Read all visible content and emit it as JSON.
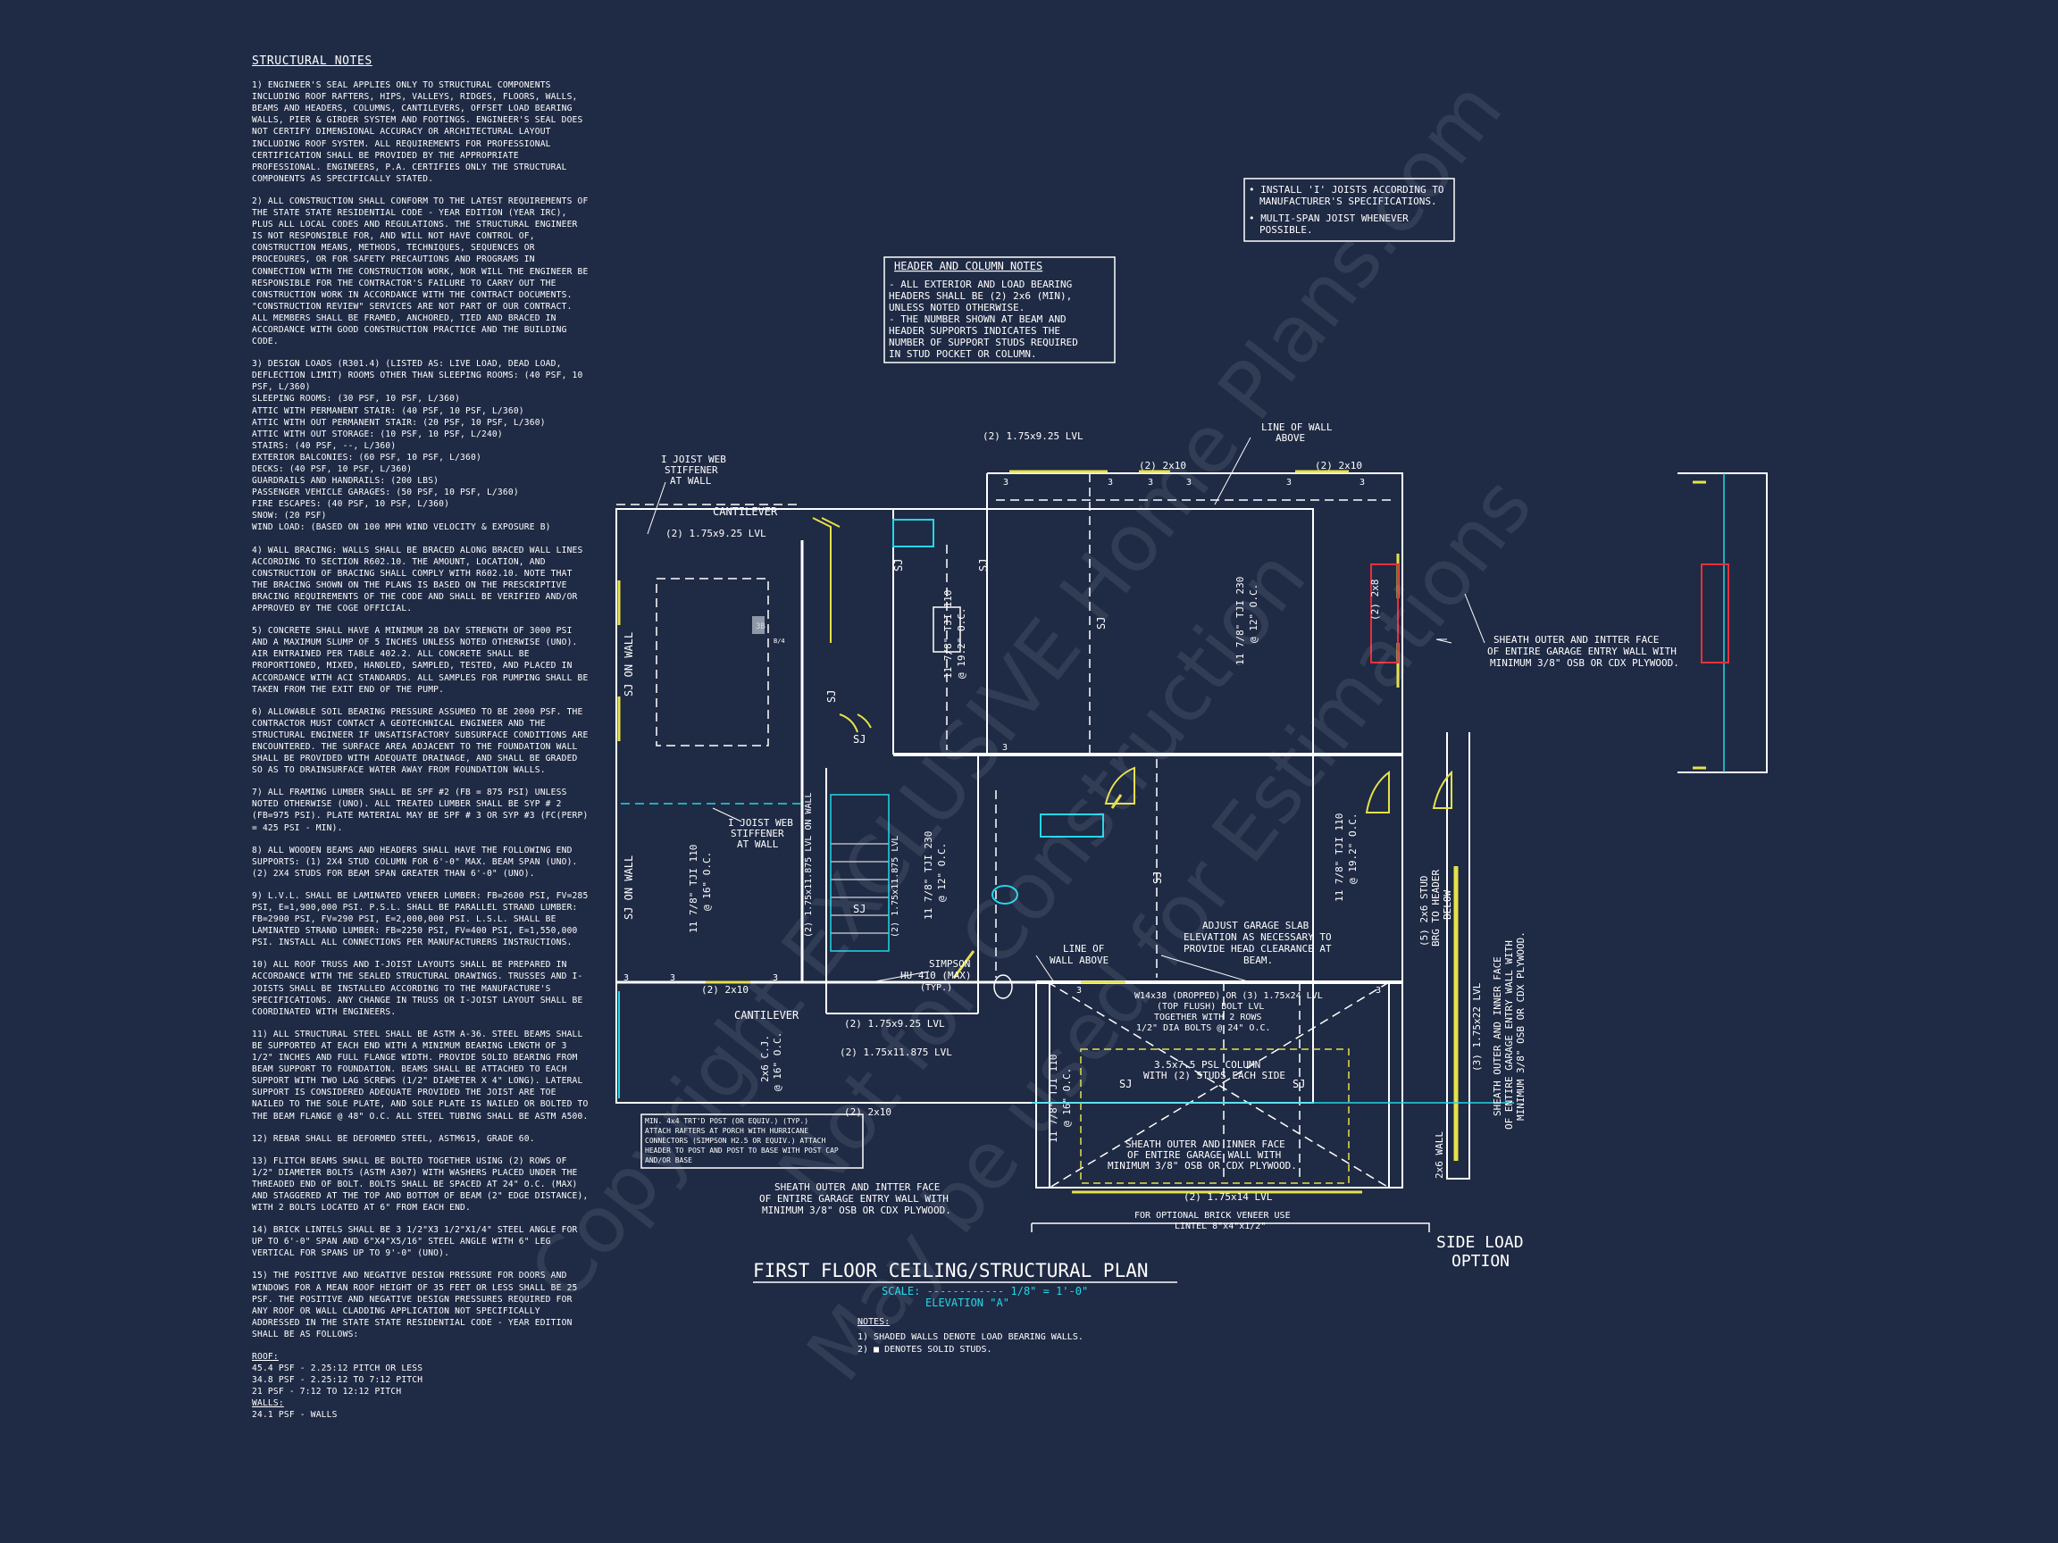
{
  "structural_notes": {
    "title": "STRUCTURAL NOTES",
    "paragraphs": [
      "1) ENGINEER'S SEAL APPLIES ONLY TO STRUCTURAL COMPONENTS INCLUDING ROOF RAFTERS, HIPS, VALLEYS, RIDGES, FLOORS, WALLS, BEAMS AND HEADERS, COLUMNS, CANTILEVERS, OFFSET LOAD BEARING WALLS, PIER & GIRDER SYSTEM AND FOOTINGS. ENGINEER'S SEAL DOES NOT CERTIFY DIMENSIONAL ACCURACY OR ARCHITECTURAL LAYOUT INCLUDING ROOF SYSTEM. ALL REQUIREMENTS FOR PROFESSIONAL CERTIFICATION SHALL BE PROVIDED BY THE APPROPRIATE PROFESSIONAL. ENGINEERS, P.A. CERTIFIES ONLY THE STRUCTURAL COMPONENTS AS SPECIFICALLY STATED.",
      "2) ALL CONSTRUCTION SHALL CONFORM TO THE LATEST REQUIREMENTS OF THE STATE STATE RESIDENTIAL CODE - YEAR EDITION (YEAR IRC), PLUS ALL LOCAL CODES AND REGULATIONS. THE STRUCTURAL ENGINEER IS NOT RESPONSIBLE FOR, AND WILL NOT HAVE CONTROL OF, CONSTRUCTION MEANS, METHODS, TECHNIQUES, SEQUENCES OR PROCEDURES, OR FOR SAFETY PRECAUTIONS AND PROGRAMS IN CONNECTION WITH THE CONSTRUCTION WORK, NOR WILL THE ENGINEER BE RESPONSIBLE FOR THE CONTRACTOR'S FAILURE TO CARRY OUT THE CONSTRUCTION WORK IN ACCORDANCE WITH THE CONTRACT DOCUMENTS. \"CONSTRUCTION REVIEW\" SERVICES ARE NOT PART OF OUR CONTRACT. ALL MEMBERS SHALL BE FRAMED, ANCHORED, TIED AND BRACED IN ACCORDANCE WITH GOOD CONSTRUCTION PRACTICE AND THE BUILDING CODE."
    ],
    "design_loads_lines": [
      "3) DESIGN LOADS (R301.4) (LISTED AS: LIVE LOAD, DEAD LOAD,",
      "DEFLECTION LIMIT) ROOMS OTHER THAN SLEEPING ROOMS: (40 PSF, 10",
      "PSF, L/360)",
      "SLEEPING ROOMS: (30 PSF, 10 PSF, L/360)",
      "ATTIC WITH PERMANENT STAIR: (40 PSF, 10 PSF, L/360)",
      "ATTIC WITH OUT PERMANENT STAIR: (20 PSF, 10 PSF, L/360)",
      "ATTIC WITH OUT STORAGE: (10 PSF, 10 PSF, L/240)",
      "STAIRS: (40 PSF, --, L/360)",
      "EXTERIOR BALCONIES: (60 PSF, 10 PSF, L/360)",
      "DECKS: (40 PSF, 10 PSF, L/360)",
      "GUARDRAILS AND HANDRAILS: (200 LBS)",
      "PASSENGER VEHICLE GARAGES: (50 PSF, 10 PSF, L/360)",
      "FIRE ESCAPES: (40 PSF, 10 PSF, L/360)",
      "SNOW: (20 PSF)",
      "WIND LOAD: (BASED ON 100 MPH WIND VELOCITY & EXPOSURE B)"
    ],
    "paragraphs2": [
      "4) WALL BRACING: WALLS SHALL BE BRACED ALONG BRACED WALL LINES ACCORDING TO SECTION R602.10. THE AMOUNT, LOCATION, AND CONSTRUCTION OF BRACING SHALL COMPLY WITH R602.10. NOTE THAT THE BRACING SHOWN ON THE PLANS IS BASED ON THE PRESCRIPTIVE BRACING REQUIREMENTS OF THE CODE AND SHALL BE VERIFIED AND/OR APPROVED BY THE COGE OFFICIAL.",
      "5) CONCRETE SHALL HAVE A MINIMUM 28 DAY STRENGTH OF 3000 PSI AND A MAXIMUM SLUMP OF 5 INCHES UNLESS NOTED OTHERWISE (UNO). AIR ENTRAINED PER TABLE 402.2. ALL CONCRETE SHALL BE PROPORTIONED, MIXED, HANDLED, SAMPLED, TESTED, AND PLACED IN ACCORDANCE WITH ACI STANDARDS. ALL SAMPLES FOR PUMPING SHALL BE TAKEN FROM THE EXIT END OF THE PUMP.",
      "6) ALLOWABLE SOIL BEARING PRESSURE ASSUMED TO BE 2000 PSF. THE CONTRACTOR MUST CONTACT A GEOTECHNICAL ENGINEER AND THE STRUCTURAL ENGINEER IF UNSATISFACTORY SUBSURFACE CONDITIONS ARE ENCOUNTERED. THE SURFACE AREA ADJACENT TO THE FOUNDATION WALL SHALL BE PROVIDED WITH ADEQUATE DRAINAGE, AND SHALL BE GRADED SO AS TO DRAINSURFACE WATER AWAY FROM FOUNDATION WALLS.",
      "7) ALL FRAMING LUMBER SHALL BE SPF #2 (Fb = 875 PSI) UNLESS NOTED OTHERWISE (UNO). ALL TREATED LUMBER SHALL BE SYP # 2 (Fb=975 PSI). PLATE MATERIAL MAY BE SPF # 3 OR SYP #3 (Fc(perp) = 425 PSI - MIN).",
      "8) ALL WOODEN BEAMS AND HEADERS SHALL HAVE THE FOLLOWING END SUPPORTS: (1) 2x4 STUD COLUMN FOR 6'-0\" MAX. BEAM SPAN (UNO). (2) 2x4 STUDS FOR BEAM SPAN GREATER THAN 6'-0\" (UNO).",
      "9) L.V.L. SHALL BE LAMINATED VENEER LUMBER: Fb=2600 PSI, Fv=285 PSI, E=1,900,000 PSI. P.S.L. SHALL BE PARALLEL STRAND LUMBER: Fb=2900 PSI, Fv=290 PSI, E=2,000,000 PSI. L.S.L. SHALL BE LAMINATED STRAND LUMBER: Fb=2250 PSI, Fv=400 PSI, E=1,550,000 PSI. INSTALL ALL CONNECTIONS PER MANUFACTURERS INSTRUCTIONS.",
      "10) ALL ROOF TRUSS AND I-JOIST LAYOUTS SHALL BE PREPARED IN ACCORDANCE WITH THE SEALED STRUCTURAL DRAWINGS. TRUSSES AND I-JOISTS SHALL BE INSTALLED ACCORDING TO THE MANUFACTURE'S SPECIFICATIONS. ANY CHANGE IN TRUSS OR I-JOIST LAYOUT SHALL BE COORDINATED WITH ENGINEERS.",
      "11) ALL STRUCTURAL STEEL SHALL BE ASTM A-36. STEEL BEAMS SHALL BE SUPPORTED AT EACH END WITH A MINIMUM BEARING LENGTH OF 3 1/2\" INCHES AND FULL FLANGE WIDTH. PROVIDE SOLID BEARING FROM BEAM SUPPORT TO FOUNDATION. BEAMS SHALL BE ATTACHED TO EACH SUPPORT WITH TWO LAG SCREWS (1/2\" DIAMETER x 4\" LONG). LATERAL SUPPORT IS CONSIDERED ADEQUATE PROVIDED THE JOIST ARE TOE NAILED TO THE SOLE PLATE, AND SOLE PLATE IS NAILED OR BOLTED TO THE BEAM FLANGE @ 48\" O.C. ALL STEEL TUBING SHALL BE ASTM A500.",
      "12) REBAR SHALL BE DEFORMED STEEL, ASTM615, GRADE 60.",
      "13) FLITCH BEAMS SHALL BE BOLTED TOGETHER USING (2) ROWS OF 1/2\" DIAMETER BOLTS (ASTM A307) WITH WASHERS PLACED UNDER THE THREADED END OF BOLT. BOLTS SHALL BE SPACED AT 24\" O.C. (MAX) AND STAGGERED AT THE TOP AND BOTTOM OF BEAM (2\" EDGE DISTANCE), WITH 2 BOLTS LOCATED AT 6\" FROM EACH END.",
      "14) BRICK LINTELS SHALL BE 3 1/2\"x3 1/2\"x1/4\" STEEL ANGLE FOR UP TO 6'-0\" SPAN AND 6\"x4\"x5/16\" STEEL ANGLE WITH 6\" LEG VERTICAL FOR SPANS UP TO 9'-0\" (UNO).",
      "15) THE POSITIVE AND NEGATIVE DESIGN PRESSURE FOR DOORS AND WINDOWS FOR A MEAN ROOF HEIGHT OF 35 FEET OR LESS SHALL BE 25 PSF. THE POSITIVE AND NEGATIVE DESIGN PRESSURES REQUIRED FOR ANY ROOF OR WALL CLADDING APPLICATION NOT SPECIFICALLY ADDRESSED IN THE STATE STATE RESIDENTIAL CODE - YEAR EDITION SHALL BE AS FOLLOWS:"
    ],
    "roof_label": "ROOF:",
    "roof_lines": [
      "45.4 PSF - 2.25:12 PITCH OR LESS",
      "34.8 PSF - 2.25:12 TO 7:12 PITCH",
      "21 PSF - 7:12 TO 12:12 PITCH"
    ],
    "walls_label": "WALLS:",
    "walls_lines": [
      "24.1 PSF - WALLS"
    ]
  },
  "plan": {
    "title": "FIRST FLOOR CEILING/STRUCTURAL PLAN",
    "scale": "SCALE: ------------ 1/8\" = 1'-0\"",
    "elevation": "ELEVATION \"A\"",
    "notes_title": "NOTES:",
    "notes": [
      "1) SHADED WALLS DENOTE LOAD BEARING WALLS.",
      "2) ■ DENOTES SOLID STUDS."
    ],
    "header_notes": {
      "title": "HEADER AND COLUMN NOTES",
      "lines": [
        "- ALL EXTERIOR AND LOAD BEARING",
        "HEADERS SHALL BE (2) 2x6 (MIN),",
        "UNLESS NOTED OTHERWISE.",
        "- THE NUMBER SHOWN AT BEAM AND",
        "HEADER SUPPORTS INDICATES THE",
        "NUMBER OF SUPPORT STUDS REQUIRED",
        "IN STUD POCKET OR COLUMN."
      ]
    },
    "joist_notes": [
      "• INSTALL 'I' JOISTS ACCORDING TO",
      "MANUFACTURER'S SPECIFICATIONS.",
      "• MULTI-SPAN JOIST WHENEVER",
      "POSSIBLE."
    ],
    "labels": {
      "line_of_wall_above": [
        "LINE OF WALL",
        "ABOVE"
      ],
      "lvl_top": "(2) 1.75x9.25 LVL",
      "twox10": "(2) 2x10",
      "joist_web_1": [
        "I JOIST WEB",
        "STIFFENER",
        "AT WALL"
      ],
      "cantilever": "CANTILEVER",
      "lvl_left": "(2) 1.75x9.25 LVL",
      "sj_on_wall": "SJ ON WALL",
      "sj": "SJ",
      "tji_110_left": "11 7/8\" TJI 110",
      "at_16_oc": "@ 16\" O.C.",
      "at_12_oc": "@ 12\" O.C.",
      "at_19_2_oc": "@ 19.2\" O.C.",
      "tji_230": "11 7/8\" TJI 230",
      "tji_110": "11 7/8\" TJI 110",
      "twox8": "(2) 2x8",
      "sheath_1": [
        "SHEATH OUTER AND INTTER FACE",
        "OF ENTIRE GARAGE ENTRY WALL WITH",
        "MINIMUM 3/8\" OSB OR CDX PLYWOOD."
      ],
      "joist_web_2": [
        "I JOIST WEB",
        "STIFFENER",
        "AT WALL"
      ],
      "lvl_11875_on_wall": "(2) 1.75x11.875 LVL ON WALL",
      "lvl_11875": "(2) 1.75x11.875 LVL",
      "simpson": [
        "SIMPSON",
        "HU 410 (MAX)",
        "(TYP.)"
      ],
      "line_of_wall_above_2": [
        "LINE OF",
        "WALL ABOVE"
      ],
      "adjust_slab": [
        "ADJUST GARAGE SLAB",
        "ELEVATION AS NECESSARY TO",
        "PROVIDE HEAD CLEARANCE AT",
        "BEAM."
      ],
      "w14x38": [
        "W14x38 (DROPPED) OR (3) 1.75x24 LVL",
        "(TOP FLUSH) BOLT LVL",
        "TOGETHER WITH 2 ROWS",
        "1/2\" DIA BOLTS @ 24\" O.C."
      ],
      "stud_brg": [
        "(5) 2x6 STUD",
        "BRG TO HEADER",
        "BELOW"
      ],
      "lvl_22": "(3) 1.75x22 LVL",
      "sheath_right": [
        "SHEATH OUTER AND INNER FACE",
        "OF ENTIRE GARAGE ENTRY WALL WITH",
        "MINIMUM 3/8\" OSB OR CDX PLYWOOD."
      ],
      "twox6_cj": [
        "2x6 C.J.",
        "@ 16\" O.C."
      ],
      "post_note": [
        "MIN. 4x4 TRT'D POST (OR EQUIV.) (TYP.)",
        "ATTACH RAFTERS AT PORCH WITH HURRICANE",
        "CONNECTORS (SIMPSON H2.5 OR EQUIV.) ATTACH",
        "HEADER TO POST AND POST TO BASE WITH POST CAP",
        "AND/OR BASE"
      ],
      "psl_column": [
        "3.5x7.5 PSL COLUMN",
        "WITH (2) STUDS EACH SIDE"
      ],
      "sheath_bottom": [
        "SHEATH OUTER AND INNER FACE",
        "OF ENTIRE GARAGE WALL WITH",
        "MINIMUM 3/8\" OSB OR CDX PLYWOOD."
      ],
      "sheath_left": [
        "SHEATH OUTER AND INTTER FACE",
        "OF ENTIRE GARAGE ENTRY WALL WITH",
        "MINIMUM 3/8\" OSB OR CDX PLYWOOD."
      ],
      "lvl_14": "(2) 1.75x14 LVL",
      "brick_veneer": [
        "FOR OPTIONAL BRICK VENEER USE",
        "LINTEL 8\"x4\"x1/2\""
      ],
      "twox6_wall": "2x6 WALL",
      "side_load": [
        "SIDE LOAD",
        "OPTION"
      ],
      "three": "3",
      "three_b": "3B",
      "bb": "B/4"
    }
  },
  "watermark": [
    "Copyright EXCLUSIVE Home Plans.com",
    "Not for Construction",
    "May be used for Estimations"
  ]
}
